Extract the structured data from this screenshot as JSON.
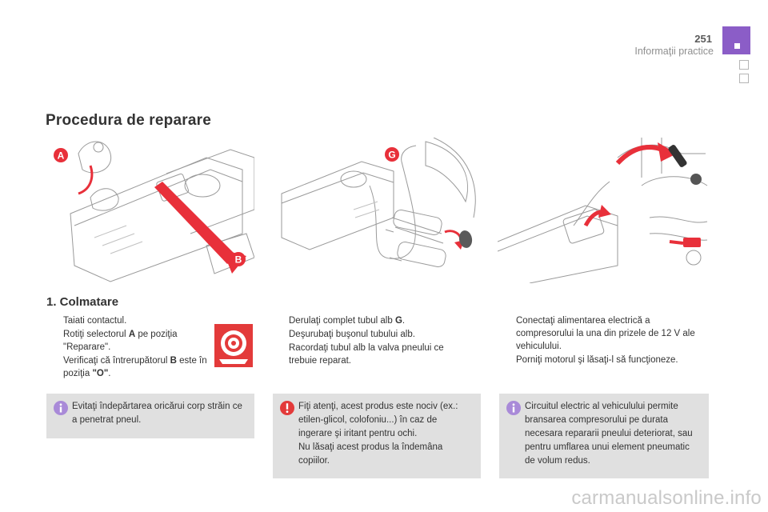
{
  "header": {
    "page_number": "251",
    "section": "Informaţii practice"
  },
  "title": "Procedura de reparare",
  "illustrations": {
    "left": {
      "callout_a": "A",
      "callout_b": "B"
    },
    "middle": {
      "callout_g": "G"
    }
  },
  "step": {
    "title": "1. Colmatare"
  },
  "bullet_symbol": "",
  "column1": [
    {
      "parts": [
        {
          "t": "Taiati contactul."
        }
      ]
    },
    {
      "parts": [
        {
          "t": "Rotiţi selectorul "
        },
        {
          "t": "A",
          "b": true
        },
        {
          "t": " pe poziţia \"Reparare\"."
        }
      ]
    },
    {
      "parts": [
        {
          "t": "Verificaţi că întrerupătorul "
        },
        {
          "t": "B",
          "b": true
        },
        {
          "t": " este în poziţia "
        },
        {
          "t": "\"O\"",
          "b": true
        },
        {
          "t": "."
        }
      ]
    }
  ],
  "column2": [
    {
      "parts": [
        {
          "t": "Derulaţi complet tubul alb "
        },
        {
          "t": "G",
          "b": true
        },
        {
          "t": "."
        }
      ]
    },
    {
      "parts": [
        {
          "t": "Deşurubaţi buşonul tubului alb."
        }
      ]
    },
    {
      "parts": [
        {
          "t": "Racordaţi tubul alb la valva pneului ce trebuie reparat."
        }
      ]
    }
  ],
  "column3": [
    {
      "parts": [
        {
          "t": "Conectaţi alimentarea electrică a compresorului la una din prizele de 12 V ale vehiculului."
        }
      ]
    },
    {
      "parts": [
        {
          "t": "Porniţi motorul şi lăsaţi-l să funcţioneze."
        }
      ]
    }
  ],
  "notes": {
    "note1": {
      "text": "Evitaţi îndepărtarea oricărui corp străin ce a penetrat pneul."
    },
    "note2": {
      "lines": [
        "Fiţi atenţi, acest produs este nociv (ex.: etilen-glicol, colofoniu...) în caz de ingerare şi iritant pentru ochi.",
        "Nu lăsaţi acest produs la îndemâna copiilor."
      ]
    },
    "note3": {
      "text": "Circuitul electric al vehiculului permite bransarea compresorului pe durata necesara repararii pneului deteriorat, sau pentru umflarea unui element pneumatic de volum redus."
    }
  },
  "watermark": "carmanualsonline.info",
  "colors": {
    "accent_tab": "#8b5dc7",
    "callout_red": "#e8303a",
    "note_bg": "#e0e0e0",
    "info_icon": "#a98ad8",
    "warning_icon": "#e33a3a"
  },
  "icons": [
    "info-icon",
    "warning-icon",
    "tire-repair-icon",
    "bullet-checkbox-icon"
  ]
}
